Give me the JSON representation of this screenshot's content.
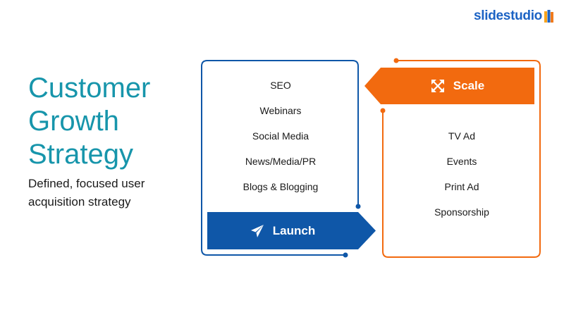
{
  "logo": {
    "text": "slidestudio",
    "mark_color": "#f07b1d"
  },
  "title": {
    "lines": [
      "Customer",
      "Growth",
      "Strategy"
    ]
  },
  "subtitle": "Defined, focused user acquisition strategy",
  "launch": {
    "label": "Launch",
    "icon": "paper-plane-icon",
    "color": "#0f57a8",
    "items": [
      "SEO",
      "Webinars",
      "Social Media",
      "News/Media/PR",
      "Blogs & Blogging"
    ]
  },
  "scale": {
    "label": "Scale",
    "icon": "expand-arrows-icon",
    "color": "#f26a0f",
    "items": [
      "TV Ad",
      "Events",
      "Print Ad",
      "Sponsorship"
    ]
  }
}
